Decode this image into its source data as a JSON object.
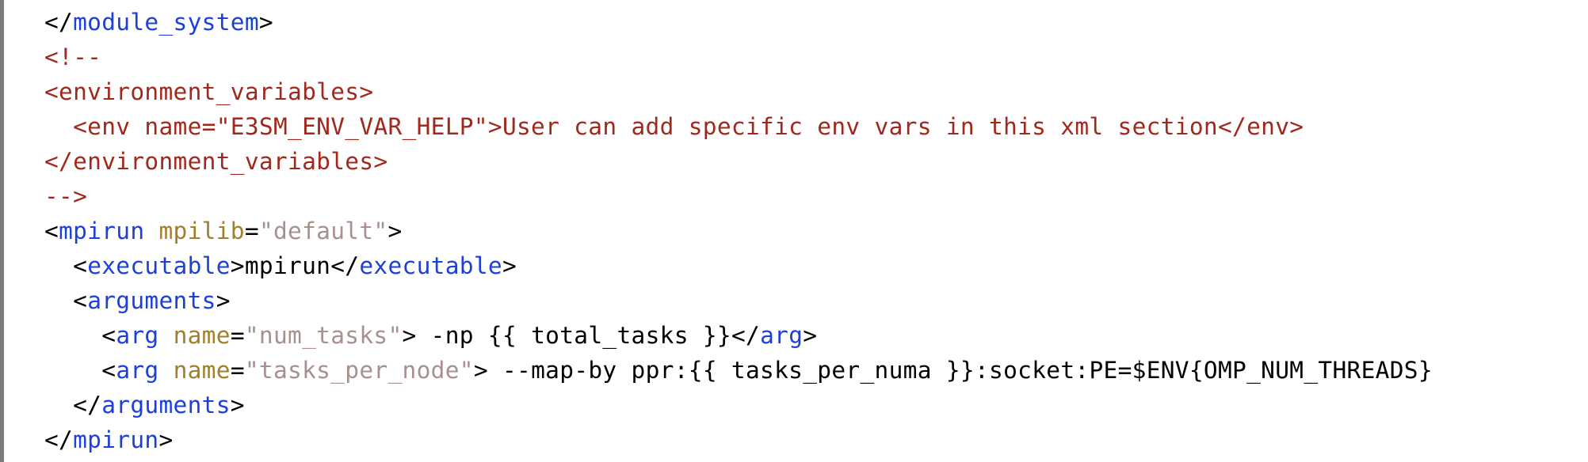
{
  "colors": {
    "punctuation": "#000000",
    "tag_name": "#1c40d8",
    "attribute_name": "#a0802a",
    "attribute_value": "#a8908c",
    "comment": "#a0281c",
    "text": "#000000",
    "left_border": "#7a7a7a"
  },
  "code": {
    "lines": [
      {
        "indent": 0,
        "tokens": [
          [
            "p",
            "</"
          ],
          [
            "tag",
            "module_system"
          ],
          [
            "p",
            ">"
          ]
        ]
      },
      {
        "indent": 0,
        "tokens": [
          [
            "cm",
            "<!--"
          ]
        ]
      },
      {
        "indent": 0,
        "tokens": [
          [
            "cm",
            "<environment_variables>"
          ]
        ]
      },
      {
        "indent": 1,
        "tokens": [
          [
            "cm",
            "<env name=\"E3SM_ENV_VAR_HELP\">User can add specific env vars in this xml section</env>"
          ]
        ]
      },
      {
        "indent": 0,
        "tokens": [
          [
            "cm",
            "</environment_variables>"
          ]
        ]
      },
      {
        "indent": 0,
        "tokens": [
          [
            "cm",
            "-->"
          ]
        ]
      },
      {
        "indent": 0,
        "tokens": [
          [
            "p",
            "<"
          ],
          [
            "tag",
            "mpirun"
          ],
          [
            "p",
            " "
          ],
          [
            "attr",
            "mpilib"
          ],
          [
            "p",
            "="
          ],
          [
            "val",
            "\"default\""
          ],
          [
            "p",
            ">"
          ]
        ]
      },
      {
        "indent": 1,
        "tokens": [
          [
            "p",
            "<"
          ],
          [
            "tag",
            "executable"
          ],
          [
            "p",
            ">"
          ],
          [
            "txt",
            "mpirun"
          ],
          [
            "p",
            "</"
          ],
          [
            "tag",
            "executable"
          ],
          [
            "p",
            ">"
          ]
        ]
      },
      {
        "indent": 1,
        "tokens": [
          [
            "p",
            "<"
          ],
          [
            "tag",
            "arguments"
          ],
          [
            "p",
            ">"
          ]
        ]
      },
      {
        "indent": 2,
        "tokens": [
          [
            "p",
            "<"
          ],
          [
            "tag",
            "arg"
          ],
          [
            "p",
            " "
          ],
          [
            "attr",
            "name"
          ],
          [
            "p",
            "="
          ],
          [
            "val",
            "\"num_tasks\""
          ],
          [
            "p",
            ">"
          ],
          [
            "txt",
            " -np {{ total_tasks }}"
          ],
          [
            "p",
            "</"
          ],
          [
            "tag",
            "arg"
          ],
          [
            "p",
            ">"
          ]
        ]
      },
      {
        "indent": 2,
        "tokens": [
          [
            "p",
            "<"
          ],
          [
            "tag",
            "arg"
          ],
          [
            "p",
            " "
          ],
          [
            "attr",
            "name"
          ],
          [
            "p",
            "="
          ],
          [
            "val",
            "\"tasks_per_node\""
          ],
          [
            "p",
            ">"
          ],
          [
            "txt",
            " --map-by ppr:{{ tasks_per_numa }}:socket:PE=$ENV{OMP_NUM_THREADS}"
          ]
        ]
      },
      {
        "indent": 1,
        "tokens": [
          [
            "p",
            "</"
          ],
          [
            "tag",
            "arguments"
          ],
          [
            "p",
            ">"
          ]
        ]
      },
      {
        "indent": 0,
        "tokens": [
          [
            "p",
            "</"
          ],
          [
            "tag",
            "mpirun"
          ],
          [
            "p",
            ">"
          ]
        ]
      }
    ]
  }
}
